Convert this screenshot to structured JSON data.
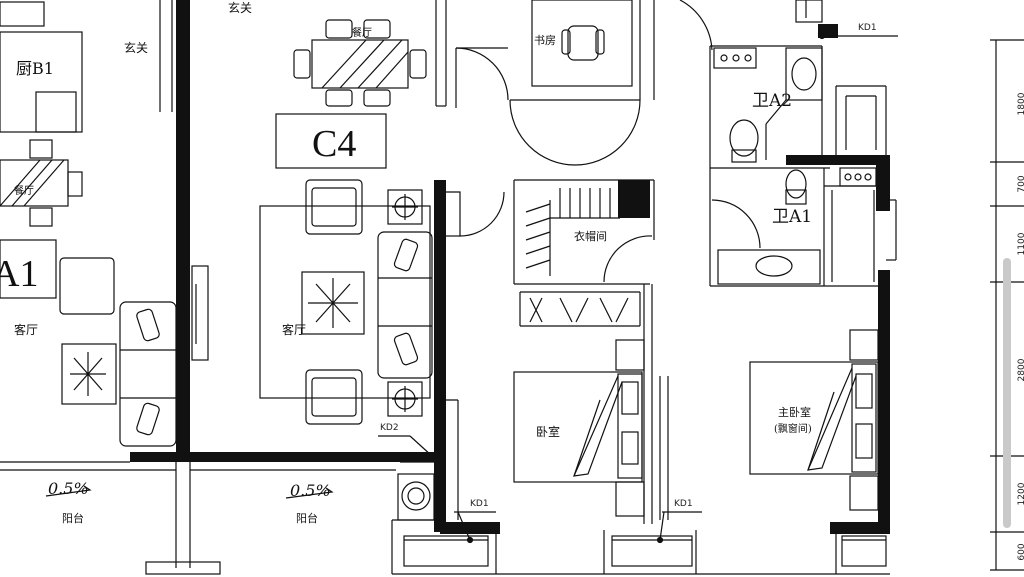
{
  "rooms": {
    "foyer_left": "玄关",
    "foyer_top": "玄关",
    "kitchen": "厨B1",
    "dining_left": "餐厅",
    "dining": "餐厅",
    "living_left": "客厅",
    "living": "客厅",
    "study": "书房",
    "bath_a2": "卫A2",
    "bath_a1": "卫A1",
    "closet": "衣帽间",
    "bedroom": "卧室",
    "master_line1": "主卧室",
    "master_line2": "(飘窗间)",
    "balcony_left": "阳台",
    "balcony_right": "阳台"
  },
  "unit_labels": {
    "c4": "C4",
    "a1": "A1"
  },
  "slopes": {
    "left": "0.5%",
    "right": "0.5%"
  },
  "tags": {
    "kd1_top": "KD1",
    "kd1_a": "KD1",
    "kd1_b": "KD1",
    "kd2": "KD2"
  },
  "dimensions": [
    "1800",
    "700",
    "1100",
    "2800",
    "1200",
    "600"
  ],
  "colors": {
    "line": "#111111",
    "wall": "#111111",
    "background": "#ffffff",
    "scrollbar": "#c9c9c9"
  }
}
